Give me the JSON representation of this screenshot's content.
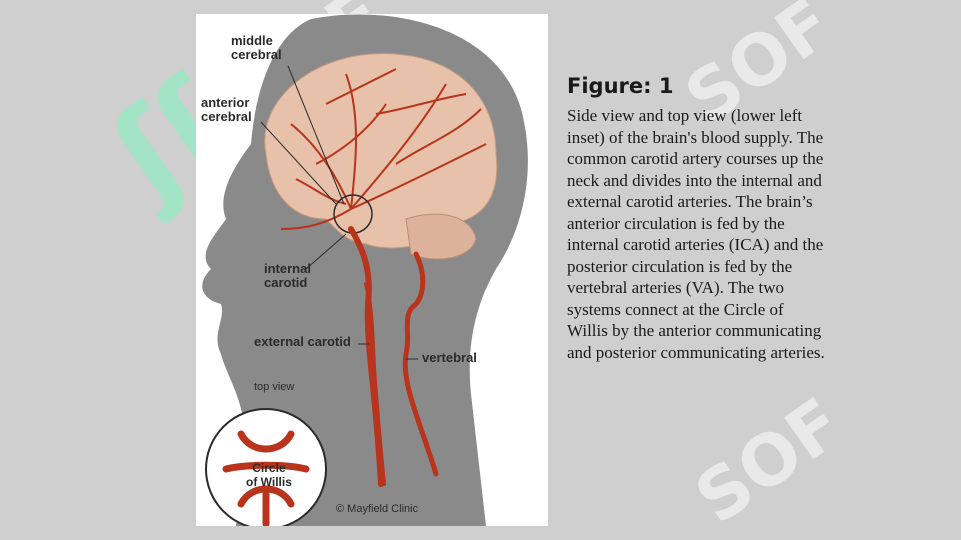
{
  "figure": {
    "title": "Figure: 1",
    "caption": "Side view and top view (lower left inset) of the brain's blood supply. The common carotid artery courses up the neck and divides into the internal and external carotid arteries. The brain’s anterior circulation is fed by the internal carotid arteries (ICA) and the posterior circulation is fed by the vertebral arteries (VA). The two systems connect at the Circle of Willis by the anterior communicating and posterior communicating arteries."
  },
  "diagram": {
    "labels": {
      "middle_cerebral": "middle\ncerebral",
      "anterior_cerebral": "anterior\ncerebral",
      "internal_carotid": "internal\ncarotid",
      "external_carotid": "external carotid",
      "vertebral": "vertebral",
      "top_view": "top view",
      "circle_of_willis": "Circle\nof Willis",
      "credit": "© Mayfield Clinic"
    },
    "colors": {
      "artery": "#b8341c",
      "brain": "#e7c1a9",
      "silhouette": "#8a8a8a",
      "watermark": "#9be6c4"
    }
  }
}
